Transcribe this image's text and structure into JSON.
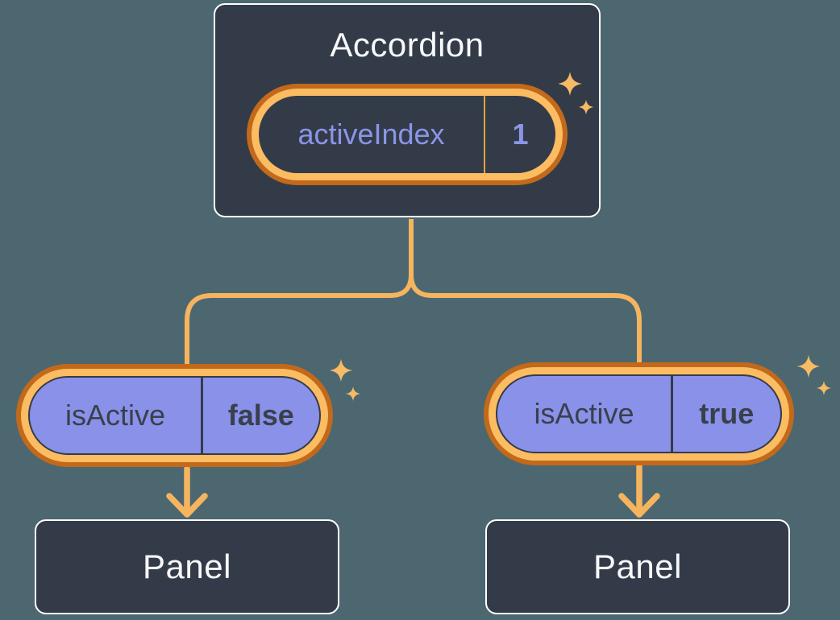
{
  "diagram": {
    "accordion": {
      "title": "Accordion",
      "state": {
        "name": "activeIndex",
        "value": "1"
      }
    },
    "items": [
      {
        "prop_name": "isActive",
        "prop_value": "false",
        "panel_label": "Panel"
      },
      {
        "prop_name": "isActive",
        "prop_value": "true",
        "panel_label": "Panel"
      }
    ],
    "colors": {
      "background": "#4C6770",
      "node_bg": "#343B48",
      "node_border": "#FFFFFF",
      "node_text": "#F7F8FA",
      "state_text": "#8B95E8",
      "prop_pill_fill": "#8A91E9",
      "prop_text": "#39404C",
      "ring_light": "#FBBC62",
      "ring_dark": "#C2691B",
      "connector": "#F6B45F",
      "sparkle": "#F6BB64"
    }
  }
}
